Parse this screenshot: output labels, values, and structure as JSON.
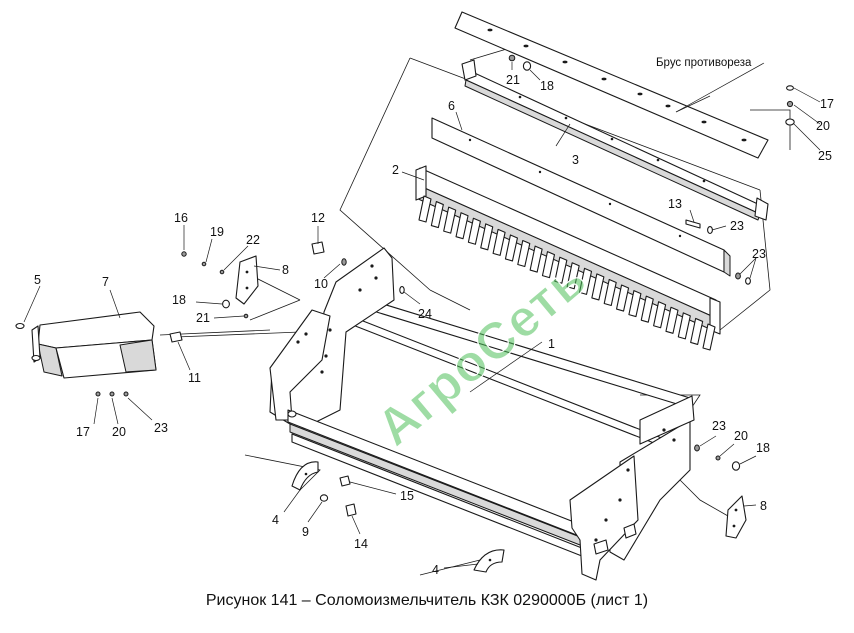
{
  "diagram": {
    "caption": "Рисунок 141 – Соломоизмельчитель КЗК 0290000Б (лист 1)",
    "watermark": "АгроСеть",
    "named_label": "Брус противореза",
    "callouts": {
      "c1": "1",
      "c2": "2",
      "c3": "3",
      "c4a": "4",
      "c4b": "4",
      "c5": "5",
      "c6": "6",
      "c7": "7",
      "c8a": "8",
      "c8b": "8",
      "c9": "9",
      "c10": "10",
      "c11": "11",
      "c12": "12",
      "c13": "13",
      "c14": "14",
      "c15": "15",
      "c16": "16",
      "c17a": "17",
      "c17b": "17",
      "c18a": "18",
      "c18b": "18",
      "c18c": "18",
      "c19": "19",
      "c20a": "20",
      "c20b": "20",
      "c20c": "20",
      "c21a": "21",
      "c21b": "21",
      "c22": "22",
      "c23a": "23",
      "c23b": "23",
      "c23c": "23",
      "c23d": "23",
      "c24": "24",
      "c25": "25"
    }
  }
}
